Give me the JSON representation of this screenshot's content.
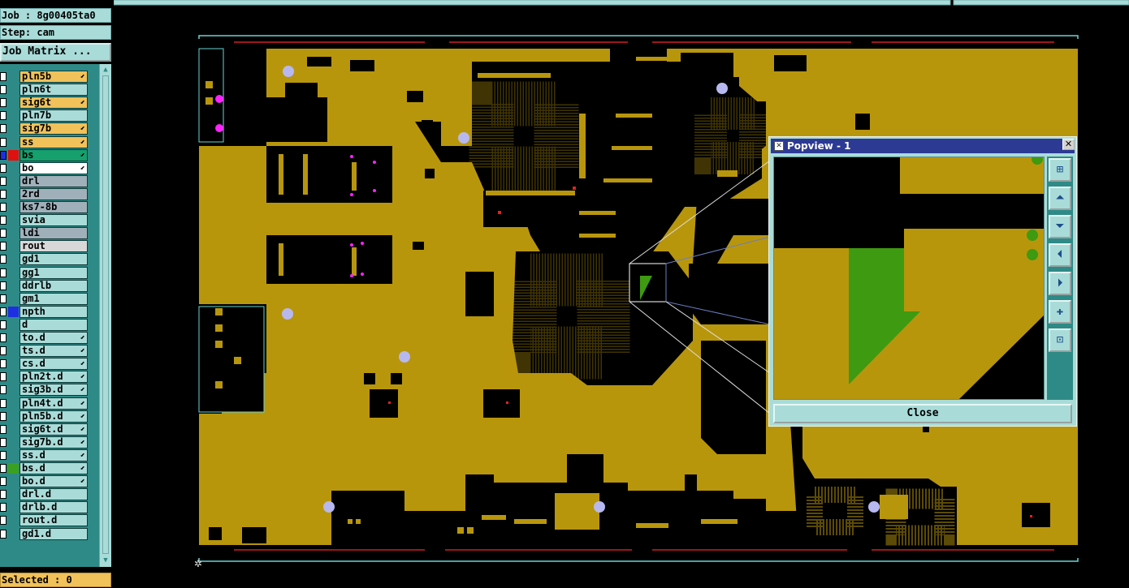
{
  "header": {
    "job_text": "Job : 8g00405ta0",
    "step_text": "Step: cam",
    "job_matrix_label": "Job Matrix ..."
  },
  "layers": [
    {
      "name": "pln5b",
      "color": "#f1c15a",
      "checked": false,
      "mark": "⬋"
    },
    {
      "name": "pln6t",
      "color": "#a9dcd9",
      "checked": false,
      "mark": ""
    },
    {
      "name": "sig6t",
      "color": "#f1c15a",
      "checked": false,
      "mark": "⬋"
    },
    {
      "name": "pln7b",
      "color": "#a9dcd9",
      "checked": false,
      "mark": ""
    },
    {
      "name": "sig7b",
      "color": "#f1c15a",
      "checked": false,
      "mark": "⬋"
    },
    {
      "name": "ss",
      "color": "#f1c15a",
      "checked": false,
      "mark": "⬋"
    },
    {
      "name": "bs",
      "color": "#15a06e",
      "checked": true,
      "mark": "⬋",
      "swatch": "#e01010"
    },
    {
      "name": "bo",
      "color": "#ffffff",
      "checked": false,
      "mark": "⬋"
    },
    {
      "name": "drl",
      "color": "#a0b0ba",
      "checked": false,
      "mark": ""
    },
    {
      "name": "2rd",
      "color": "#a0b0ba",
      "checked": false,
      "mark": ""
    },
    {
      "name": "ks7-8b",
      "color": "#a0b0ba",
      "checked": false,
      "mark": ""
    },
    {
      "name": "svia",
      "color": "#a9dcd9",
      "checked": false,
      "mark": ""
    },
    {
      "name": "ldi",
      "color": "#a0b0ba",
      "checked": false,
      "mark": ""
    },
    {
      "name": "rout",
      "color": "#d8d8d8",
      "checked": false,
      "mark": ""
    },
    {
      "name": "gd1",
      "color": "#a9dcd9",
      "checked": false,
      "mark": ""
    },
    {
      "name": "gg1",
      "color": "#a9dcd9",
      "checked": false,
      "mark": ""
    },
    {
      "name": "ddrlb",
      "color": "#a9dcd9",
      "checked": false,
      "mark": ""
    },
    {
      "name": "gm1",
      "color": "#a9dcd9",
      "checked": false,
      "mark": ""
    },
    {
      "name": "npth",
      "color": "#a9dcd9",
      "checked": false,
      "mark": "",
      "swatch": "#1d2fe0"
    },
    {
      "name": "d",
      "color": "#a9dcd9",
      "checked": false,
      "mark": ""
    },
    {
      "name": "to.d",
      "color": "#a9dcd9",
      "checked": false,
      "mark": "⬋"
    },
    {
      "name": "ts.d",
      "color": "#a9dcd9",
      "checked": false,
      "mark": "⬋"
    },
    {
      "name": "cs.d",
      "color": "#a9dcd9",
      "checked": false,
      "mark": "⬋"
    },
    {
      "name": "pln2t.d",
      "color": "#a9dcd9",
      "checked": false,
      "mark": "⬋"
    },
    {
      "name": "sig3b.d",
      "color": "#a9dcd9",
      "checked": false,
      "mark": "⬋"
    },
    {
      "name": "pln4t.d",
      "color": "#a9dcd9",
      "checked": false,
      "mark": "⬋"
    },
    {
      "name": "pln5b.d",
      "color": "#a9dcd9",
      "checked": false,
      "mark": "⬋"
    },
    {
      "name": "sig6t.d",
      "color": "#a9dcd9",
      "checked": false,
      "mark": "⬋"
    },
    {
      "name": "sig7b.d",
      "color": "#a9dcd9",
      "checked": false,
      "mark": "⬋"
    },
    {
      "name": "ss.d",
      "color": "#a9dcd9",
      "checked": false,
      "mark": "⬋"
    },
    {
      "name": "bs.d",
      "color": "#a9dcd9",
      "checked": false,
      "mark": "⬋",
      "swatch": "#3aa020"
    },
    {
      "name": "bo.d",
      "color": "#a9dcd9",
      "checked": false,
      "mark": "⬋"
    },
    {
      "name": "drl.d",
      "color": "#a9dcd9",
      "checked": false,
      "mark": ""
    },
    {
      "name": "drlb.d",
      "color": "#a9dcd9",
      "checked": false,
      "mark": ""
    },
    {
      "name": "rout.d",
      "color": "#a9dcd9",
      "checked": false,
      "mark": ""
    },
    {
      "name": "gd1.d",
      "color": "#a9dcd9",
      "checked": false,
      "mark": ""
    }
  ],
  "status": {
    "selected_text": "Selected : 0"
  },
  "popview": {
    "title": "Popview - 1",
    "close_label": "Close",
    "tools": [
      "zoom-fit-icon",
      "pan-up-icon",
      "pan-down-icon",
      "pan-left-icon",
      "pan-right-icon",
      "zoom-in-icon",
      "zoom-out-icon"
    ]
  },
  "colors": {
    "copper": "#b8960c",
    "board_black": "#000000",
    "panel_bg": "#a9dcd9",
    "panel_dark": "#2e8a86",
    "selected_green": "#3e9a10",
    "title_blue": "#2c3a94",
    "pad_purple": "#b8b8f0",
    "magenta": "#ff22ff",
    "outline_cyan": "#6ad2d2"
  }
}
